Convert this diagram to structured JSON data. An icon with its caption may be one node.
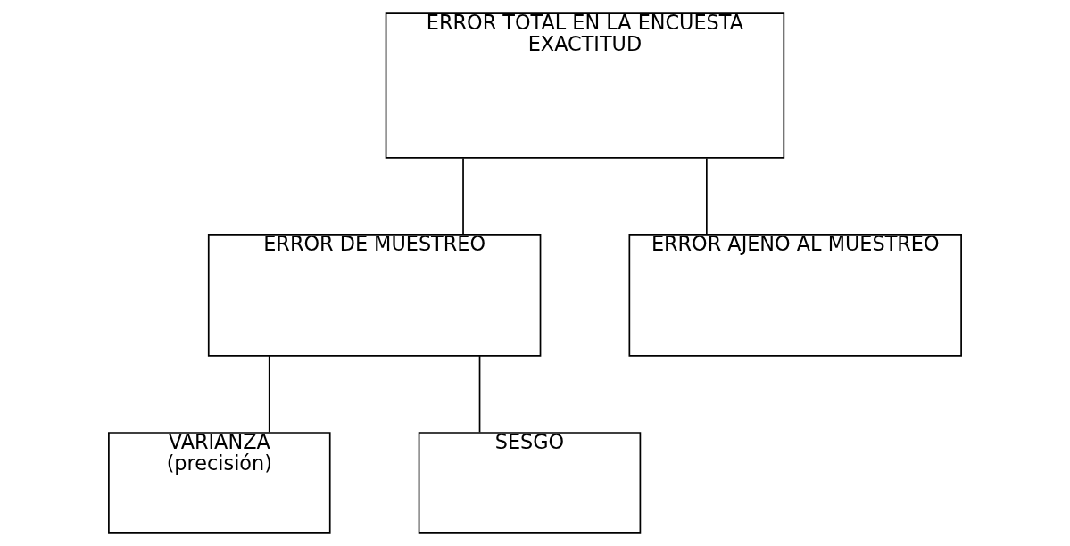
{
  "diagram": {
    "nodes": [
      {
        "text": [
          "ERROR TOTAL EN LA ENCUESTA",
          "EXACTITUD"
        ]
      },
      {
        "text": [
          "ERROR DE MUESTREO"
        ]
      },
      {
        "text": [
          "ERROR AJENO AL MUESTREO"
        ]
      },
      {
        "text": [
          "VARIANZA",
          "(precisión)"
        ]
      },
      {
        "text": [
          "SESGO"
        ]
      }
    ],
    "edges": [
      {
        "from": 0,
        "to": 1,
        "arrow": "none"
      },
      {
        "from": 0,
        "to": 2,
        "arrow": "none"
      },
      {
        "from": 1,
        "to": 3,
        "arrow": "none"
      },
      {
        "from": 1,
        "to": 4,
        "arrow": "none"
      }
    ]
  }
}
